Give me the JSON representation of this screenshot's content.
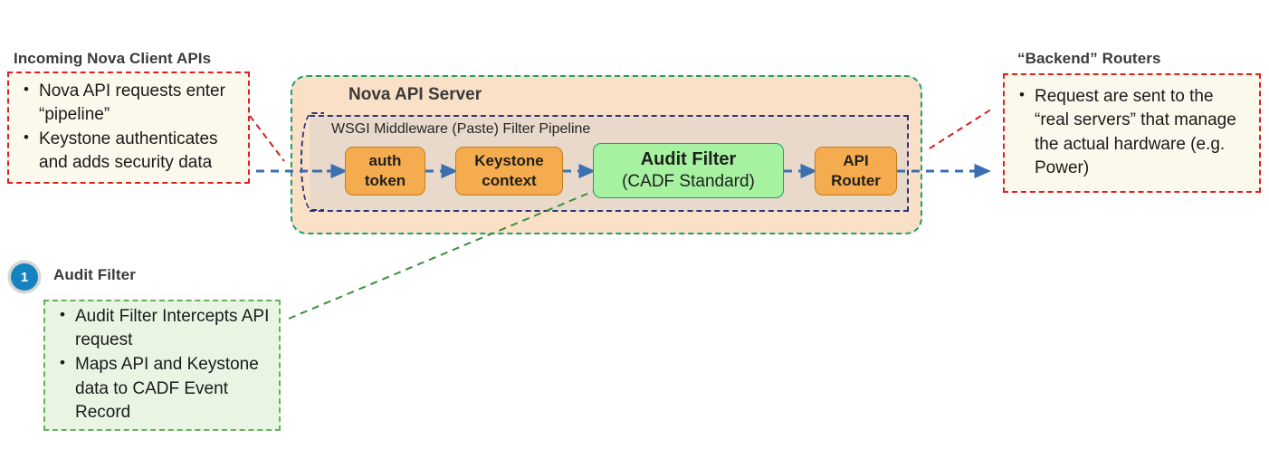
{
  "diagram": {
    "left_callout": {
      "title": "Incoming Nova Client  APIs",
      "bullets": [
        "Nova API requests enter “pipeline”",
        "Keystone authenticates and adds security data"
      ]
    },
    "right_callout": {
      "title": "“Backend” Routers",
      "bullets": [
        "Request are sent to the “real servers” that manage the actual hardware (e.g. Power)"
      ]
    },
    "step": {
      "number": "1",
      "title": "Audit Filter",
      "bullets": [
        "Audit Filter Intercepts API request",
        "Maps API and Keystone data to CADF Event Record"
      ]
    },
    "server": {
      "title": "Nova API Server",
      "pipeline_title": "WSGI Middleware (Paste) Filter Pipeline",
      "nodes": [
        {
          "line1": "auth",
          "line2": "token",
          "kind": "orange"
        },
        {
          "line1": "Keystone",
          "line2": "context",
          "kind": "orange"
        },
        {
          "line1": "Audit Filter",
          "line2": "(CADF Standard)",
          "kind": "green"
        },
        {
          "line1": "API",
          "line2": "Router",
          "kind": "orange"
        }
      ]
    },
    "colors": {
      "orange_fill": "#f5ac4e",
      "orange_border": "#c87d1c",
      "green_fill": "#a6f2a0",
      "green_border": "#17a36b",
      "server_fill": "#fbe0c8",
      "pipeline_border": "#30307a",
      "callout_red": "#e02020",
      "callout_red_fill": "#fbf8ec",
      "callout_green": "#66b05a",
      "callout_green_fill": "#e8f5e2",
      "flow_arrow": "#3b6fb0",
      "badge_blue": "#1583c0"
    }
  }
}
